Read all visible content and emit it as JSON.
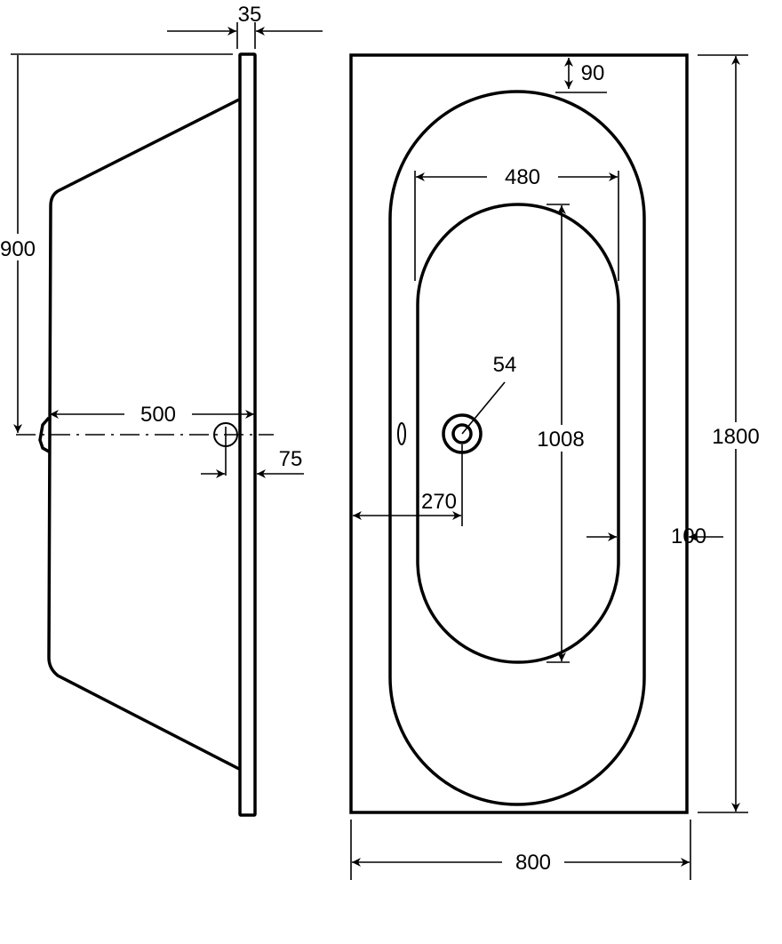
{
  "side_view": {
    "rim_thickness": "35",
    "depth": "900",
    "waste_from_end": "500",
    "waste_offset": "75"
  },
  "plan_view": {
    "rim_top": "90",
    "inner_width": "480",
    "waste_diameter": "54",
    "inner_length": "1008",
    "waste_from_side": "270",
    "rim_side": "100",
    "length": "1800",
    "width": "800"
  }
}
